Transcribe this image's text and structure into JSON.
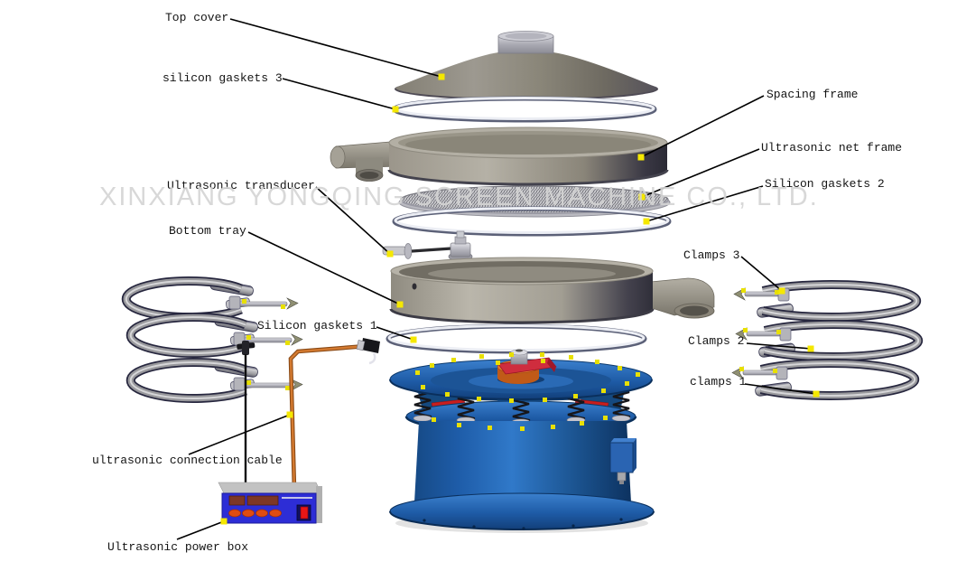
{
  "watermark": "XINXIANG YONGQING SCREEN MACHINE CO., LTD.",
  "labels": {
    "top_cover": "Top cover",
    "silicon_gaskets_3": "silicon gaskets 3",
    "spacing_frame": "Spacing frame",
    "ultrasonic_net_frame": "Ultrasonic net frame",
    "silicon_gaskets_2": "Silicon gaskets 2",
    "ultrasonic_transducer": "Ultrasonic transducer",
    "bottom_tray": "Bottom tray",
    "clamps_3": "Clamps 3",
    "silicon_gaskets_1": "Silicon gaskets 1",
    "clamps_2": "Clamps 2",
    "clamps_1": "clamps 1",
    "ultrasonic_connection_cable": "ultrasonic connection cable",
    "ultrasonic_power_box": "Ultrasonic power box"
  },
  "colors": {
    "label_ink": "#141414",
    "watermark_gray": "#d4d4d4",
    "leader_line": "#000000",
    "marker_yellow": "#f5e800",
    "machine_blue": "#1e5ca8",
    "cable_orange": "#c06a2a",
    "power_box_blue": "#2d2dd6",
    "alert_red": "#cf2d3e",
    "steel_gray": "#9b968b"
  }
}
